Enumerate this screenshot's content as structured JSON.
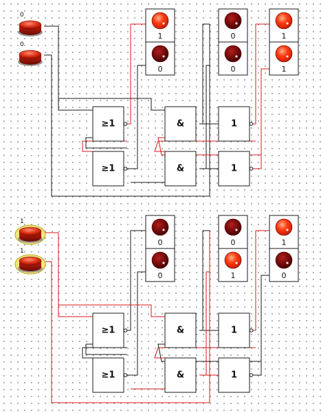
{
  "circuits": [
    {
      "switches": [
        {
          "value": "0",
          "on": false
        },
        {
          "value": "0",
          "on": false
        }
      ],
      "gates": {
        "nor_top": "≥1",
        "nor_bottom": "≥1",
        "and_top": "&",
        "and_bottom": "&",
        "not_top": "1",
        "not_bottom": "1"
      },
      "lamps": [
        {
          "value": "1",
          "on": true
        },
        {
          "value": "0",
          "on": false
        },
        {
          "value": "0",
          "on": false
        },
        {
          "value": "0",
          "on": false
        },
        {
          "value": "1",
          "on": true
        },
        {
          "value": "1",
          "on": true
        }
      ]
    },
    {
      "switches": [
        {
          "value": "1",
          "on": true
        },
        {
          "value": "1",
          "on": true
        }
      ],
      "gates": {
        "nor_top": "≥1",
        "nor_bottom": "≥1",
        "and_top": "&",
        "and_bottom": "&",
        "not_top": "1",
        "not_bottom": "1"
      },
      "lamps": [
        {
          "value": "0",
          "on": false
        },
        {
          "value": "0",
          "on": false
        },
        {
          "value": "0",
          "on": false
        },
        {
          "value": "1",
          "on": true
        },
        {
          "value": "1",
          "on": true
        },
        {
          "value": "0",
          "on": false
        }
      ]
    }
  ],
  "colors": {
    "wire_off": "#1a1a1a",
    "wire_on": "#d81818",
    "lamp_on": "#ff3a10",
    "lamp_off": "#7a0c0c"
  }
}
